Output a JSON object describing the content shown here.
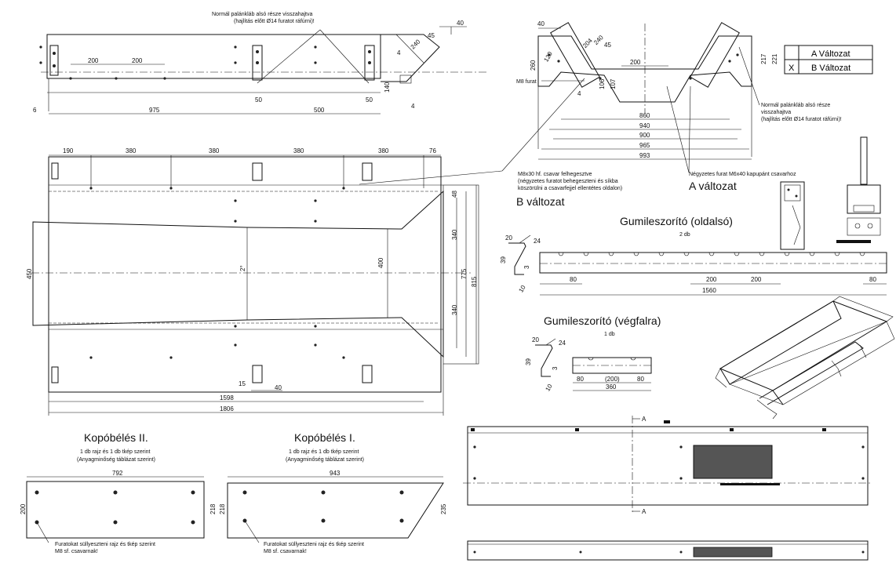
{
  "notes": {
    "top_left_note_line1": "Normál palánkláb alsó része visszahajtva",
    "top_left_note_line2": "(hajlítás előtt Ø14 furatot ráfúrni)!",
    "top_right_note_line1": "Normál palánkláb alsó része",
    "top_right_note_line2": "visszahajtva",
    "top_right_note_line3": "(hajlítás előtt Ø14 furatot ráfúrni)!",
    "m8_furat": "M8 furat",
    "m8x30_line1": "M8x30 hf. csavar felhegesztve",
    "m8x30_line2": "(négyzetes furatot behegeszteni és síkba",
    "m8x30_line3": "köszörülni a csavarfejjel ellentétes oldalon)",
    "negyzetes_furat": "Négyzetes furat M6x40 kapupánt csavarhoz",
    "furatok_left_line1": "Furatokat süllyeszteni rajz és tkép szerint",
    "furatok_left_line2": "M8 sf. csavarnak!",
    "furatok_right_line1": "Furatokat süllyeszteni rajz és tkép szerint",
    "furatok_right_line2": "M8 sf. csavarnak!"
  },
  "labels": {
    "a_valtozat": "A változat",
    "b_valtozat": "B változat",
    "section_a": "A"
  },
  "legend": {
    "row_a_mark": "",
    "row_a_label": "A Változat",
    "row_b_mark": "X",
    "row_b_label": "B Változat"
  },
  "gumi_oldalso": {
    "title": "Gumileszorító (oldalsó)",
    "qty": "2 db",
    "dims": [
      "80",
      "200",
      "200",
      "80",
      "1560",
      "24",
      "39",
      "3",
      "10",
      "20"
    ]
  },
  "gumi_vegfal": {
    "title": "Gumileszorító (végfalra)",
    "qty": "1 db",
    "dims": [
      "80",
      "(200)",
      "80",
      "360",
      "24",
      "39",
      "3",
      "10",
      "20"
    ]
  },
  "kopo2": {
    "title": "Kopóbélés II.",
    "sub1": "1 db rajz és 1 db tkép szerint",
    "sub2": "(Anyagminőség táblázat szerint)",
    "w": "792",
    "h1": "200",
    "h2": "218"
  },
  "kopo1": {
    "title": "Kopóbélés I.",
    "sub1": "1 db rajz és 1 db tkép szerint",
    "sub2": "(Anyagminőség táblázat szerint)",
    "w": "943",
    "h1": "218",
    "h2": "235"
  },
  "side_view": {
    "d200a": "200",
    "d200b": "200",
    "d975": "975",
    "d500": "500",
    "d6": "6",
    "d50a": "50",
    "d50b": "50",
    "d140": "140",
    "d4a": "4",
    "d4b": "4",
    "d240": "240",
    "d45": "45",
    "d40": "40"
  },
  "end_view": {
    "d40": "40",
    "d260": "260",
    "d120": "120",
    "d204": "204",
    "d240": "240",
    "d45": "45",
    "d217": "217",
    "d221": "221",
    "d200": "200",
    "d106": "106",
    "d107": "107",
    "d4": "4",
    "d860": "860",
    "d940": "940",
    "d900": "900",
    "d965": "965",
    "d993": "993"
  },
  "plan_view": {
    "d190": "190",
    "d380a": "380",
    "d380b": "380",
    "d380c": "380",
    "d380d": "380",
    "d76": "76",
    "d48": "48",
    "d340a": "340",
    "d340b": "340",
    "d400": "400",
    "d450": "450",
    "d775": "775",
    "d815": "815",
    "d2": "2°",
    "d15": "15",
    "d40": "40",
    "d1598": "1598",
    "d1806": "1806"
  }
}
